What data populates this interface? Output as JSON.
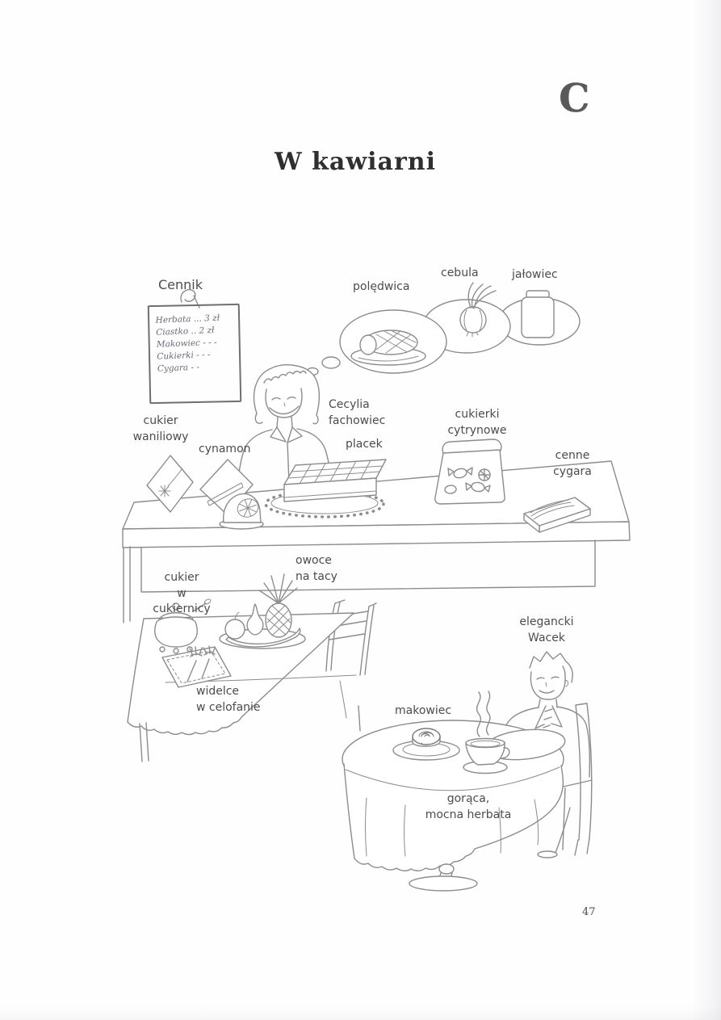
{
  "page": {
    "section_letter": "C",
    "title": "W kawiarni",
    "page_number": "47"
  },
  "price_list": {
    "heading": "Cennik",
    "items": [
      "Herbata ... 3 zł",
      "Ciastko .. 2 zł",
      "Makowiec - - -",
      "Cukierki - - -",
      "Cygara - -"
    ]
  },
  "labels": {
    "poledwica": "polędwica",
    "cebula": "cebula",
    "jalowiec": "jałowiec",
    "cecylia": "Cecylia\nfachowiec",
    "cukier_waniliowy": "cukier\nwaniliowy",
    "cynamon": "cynamon",
    "placek": "placek",
    "cukierki_cytrynowe": "cukierki\ncytrynowe",
    "cenne_cygara": "cenne\ncygara",
    "cukier_w_cukiernicy": "cukier\nw cukiernicy",
    "owoce_na_tacy": "owoce\nna tacy",
    "widelce_w_celofanie": "widelce\nw celofanie",
    "elegancki_wacek": "elegancki\nWacek",
    "makowiec": "makowiec",
    "goraca_mocna_herbata": "gorąca,\nmocna herbata"
  },
  "colors": {
    "background": "#fefefe",
    "line_art": "#8c8c8c",
    "label_text": "#4c4c4c",
    "title_text": "#2f2f2f"
  }
}
